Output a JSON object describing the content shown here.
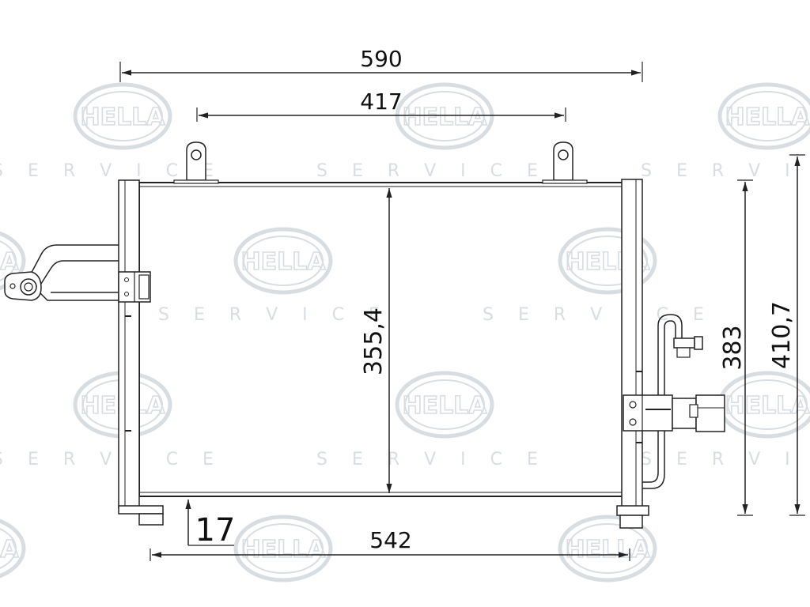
{
  "watermark": {
    "logo_text": "HELLA",
    "service_text": "S E R V I C E",
    "color": "#b9c3cc"
  },
  "dimensions": {
    "overall_width": "590",
    "bracket_spacing": "417",
    "core_height": "355,4",
    "bottom_width": "542",
    "bottom_offset": "17",
    "height_383": "383",
    "height_410": "410,7"
  },
  "colors": {
    "line": "#222222",
    "watermark": "#b9c3cc"
  }
}
